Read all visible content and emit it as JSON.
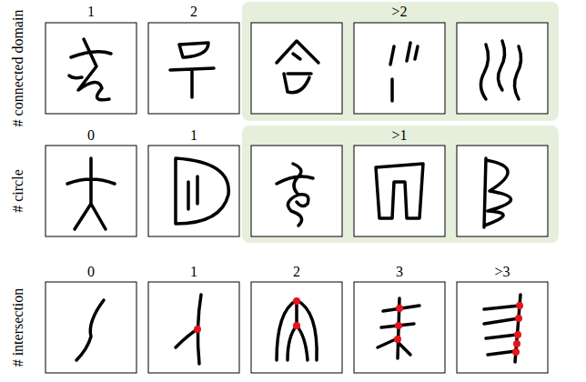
{
  "diagram": {
    "labels": [
      "# connected domain",
      "1",
      "2",
      ">2",
      "# circle",
      "0",
      "1",
      ">1",
      "# intersection",
      "0",
      "1",
      "2",
      "3",
      ">3"
    ]
  }
}
